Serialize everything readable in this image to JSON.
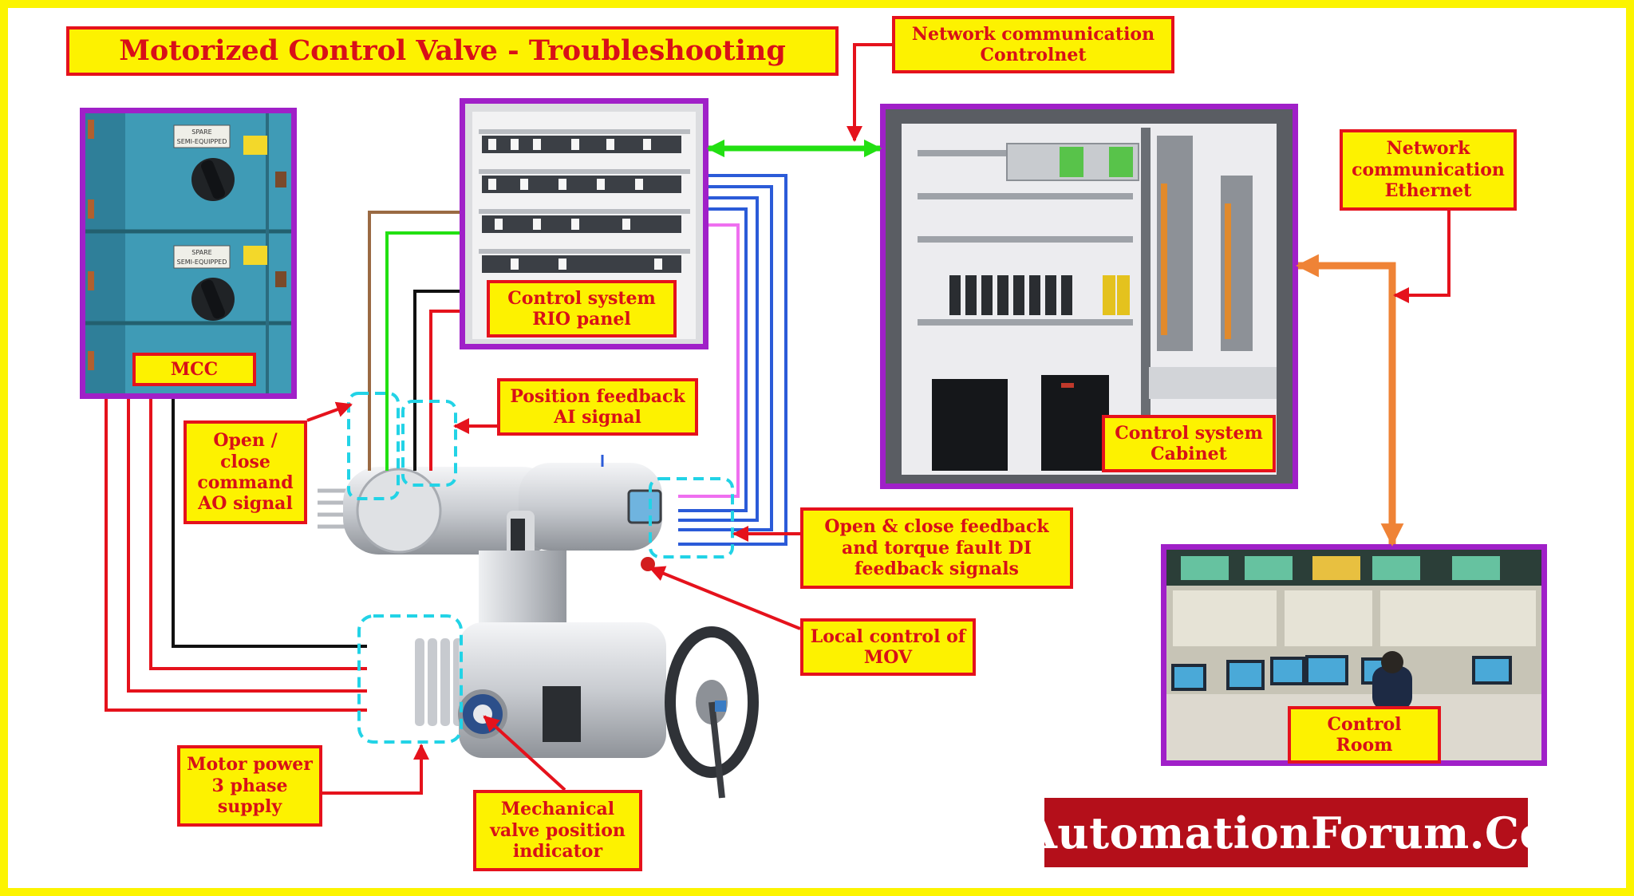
{
  "title": "Motorized Control Valve - Troubleshooting",
  "labels": {
    "network_controlnet": "Network communication\nControlnet",
    "network_ethernet": "Network\ncommunication\nEthernet",
    "rio_panel": "Control system\nRIO panel",
    "mcc": "MCC",
    "position_feedback": "Position feedback\nAI signal",
    "open_close_command": "Open /\nclose\ncommand\nAO signal",
    "control_cabinet": "Control system\nCabinet",
    "feedback_signals": "Open & close feedback\nand torque fault DI\nfeedback signals",
    "local_control": "Local control of\nMOV",
    "control_room": "Control\nRoom",
    "motor_power": "Motor power\n3 phase\nsupply",
    "mechanical_indicator": "Mechanical\nvalve position\nindicator"
  },
  "mcc_plates": [
    "SPARE\nSEMI-EQUIPPED",
    "SPARE\nSEMI-EQUIPPED"
  ],
  "brand": "AutomationForum.Co",
  "colors": {
    "frame": "#fcf400",
    "label_fill": "#fdf200",
    "label_text": "#d81018",
    "photo_border": "#a020c8",
    "controlnet_link": "#22e012",
    "ethernet_link": "#ef8336",
    "di_wires": "#2b5bd8",
    "pink_wire": "#ef6ff0",
    "brown_wire": "#9a6a43",
    "dashed_highlight": "#22d3e6",
    "brand_fill": "#b40f1a"
  }
}
